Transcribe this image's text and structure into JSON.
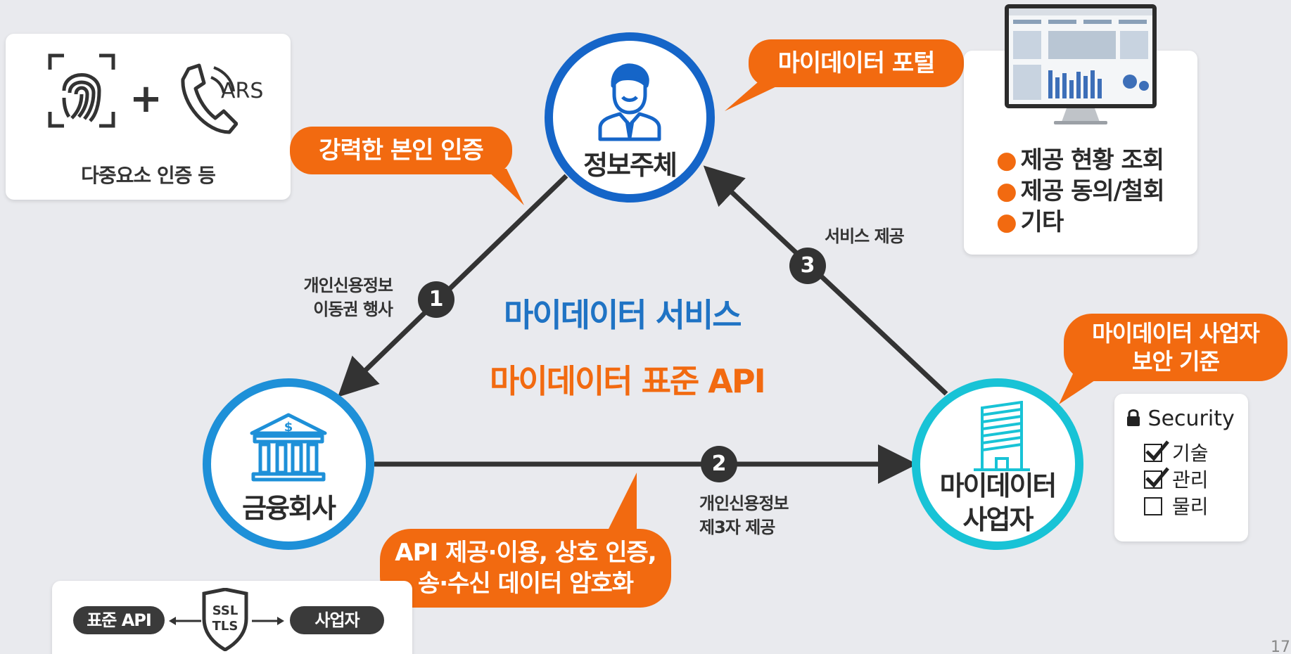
{
  "diagram": {
    "center_title": "마이데이터 서비스",
    "center_subtitle": "마이데이터 표준 API",
    "nodes": {
      "data_subject": "정보주체",
      "financial_company": "금융회사",
      "mydata_provider_line1": "마이데이터",
      "mydata_provider_line2": "사업자"
    },
    "steps": [
      {
        "number": "1",
        "label_line1": "개인신용정보",
        "label_line2": "이동권 행사"
      },
      {
        "number": "2",
        "label_line1": "개인신용정보",
        "label_line2": "제3자 제공"
      },
      {
        "number": "3",
        "label_line1": "서비스 제공"
      }
    ],
    "callouts": {
      "strong_auth": "강력한 본인 인증",
      "portal": "마이데이터 포털",
      "provider_security_line1": "마이데이터 사업자",
      "provider_security_line2": "보안 기준",
      "api_line1": "API 제공·이용, 상호 인증,",
      "api_line2": "송·수신 데이터 암호화"
    },
    "auth_card": {
      "ars_label": "ARS",
      "plus": "+",
      "caption": "다중요소 인증 등"
    },
    "portal_card": {
      "items": [
        "제공 현황 조회",
        "제공 동의/철회",
        "기타"
      ]
    },
    "security_card": {
      "title": "Security",
      "items": [
        {
          "label": "기술",
          "checked": true
        },
        {
          "label": "관리",
          "checked": true
        },
        {
          "label": "물리",
          "checked": false
        }
      ]
    },
    "tls_card": {
      "left": "표준 API",
      "right": "사업자",
      "badge_line1": "SSL",
      "badge_line2": "TLS"
    },
    "page_number": "17"
  },
  "colors": {
    "background": "#e9eaee",
    "orange": "#f26a10",
    "blue_dark": "#1565c8",
    "blue_mid": "#1e90d8",
    "cyan": "#18c3d6",
    "dark": "#333333"
  }
}
